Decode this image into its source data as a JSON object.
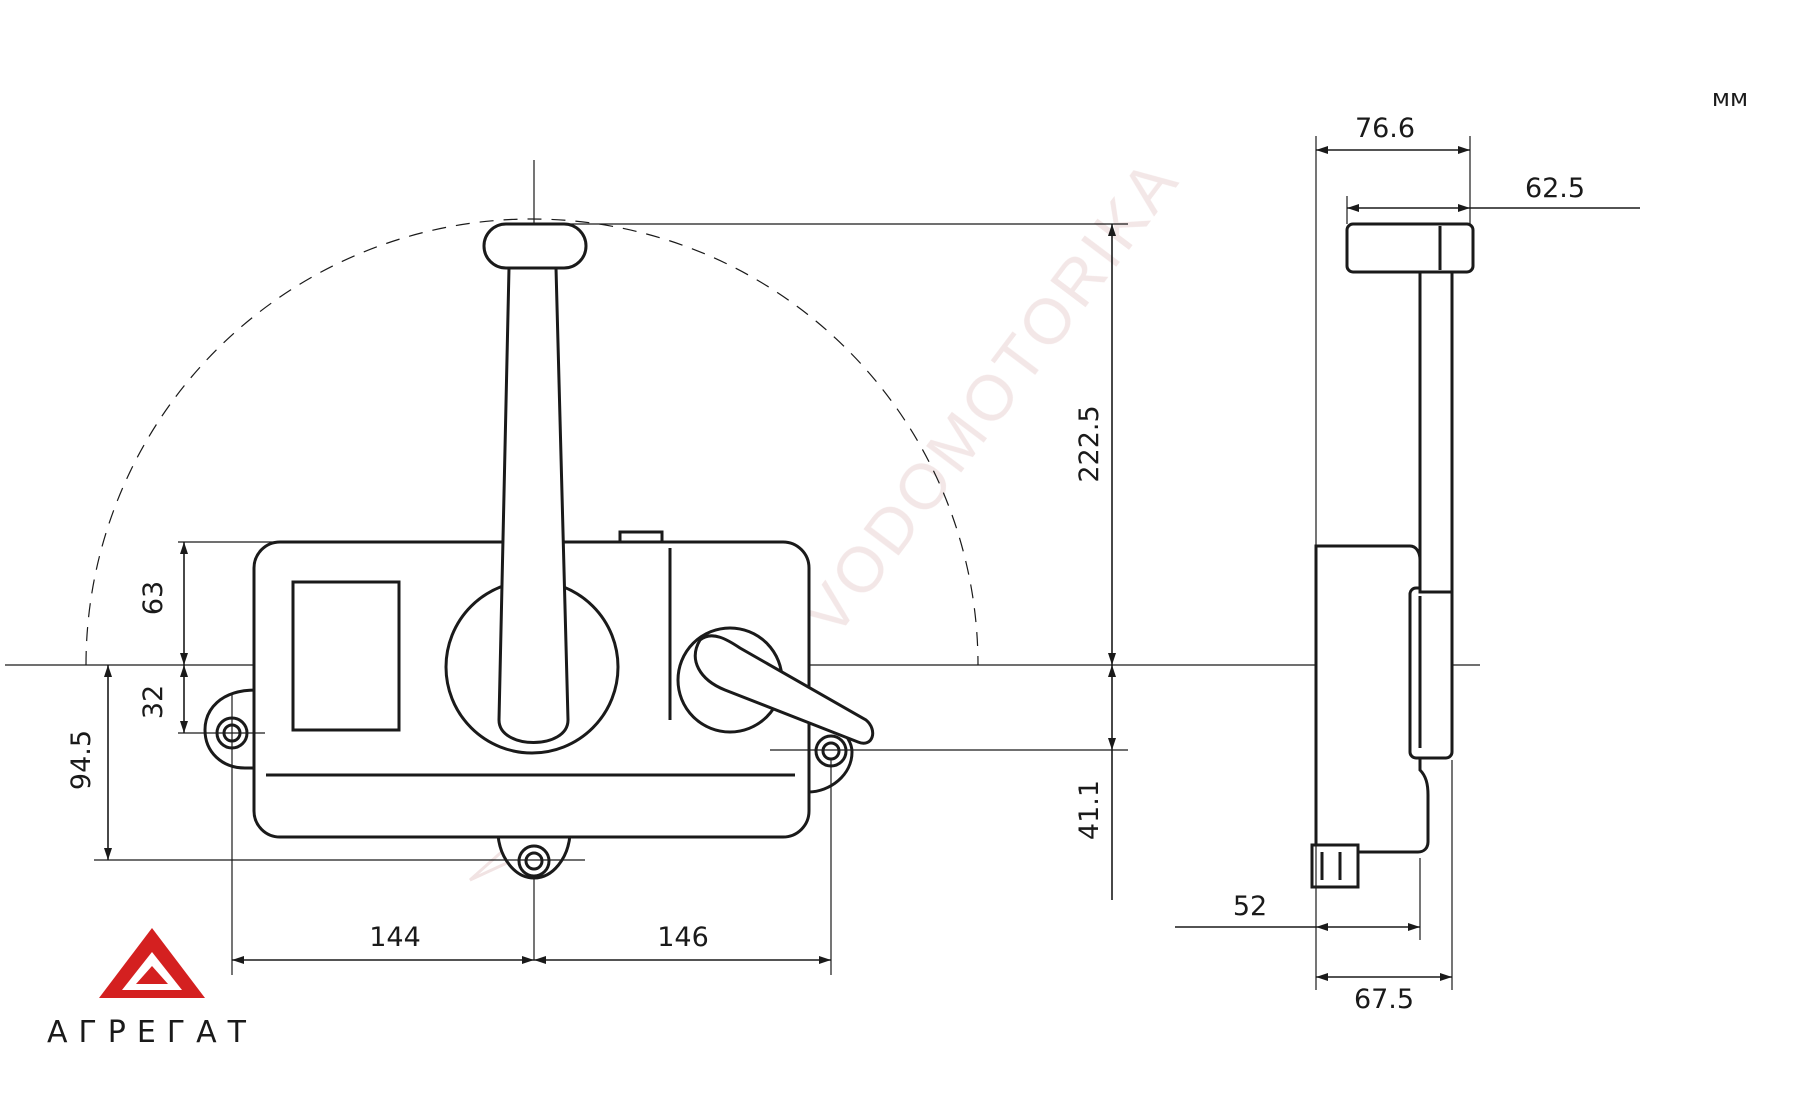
{
  "units": "мм",
  "watermark": "VODOMOTORIKA",
  "logo": {
    "text": "АГРЕГАТ",
    "color": "#d42020"
  },
  "dimensions": {
    "lever_height": "222.5",
    "body_top": "63",
    "hole_offset": "32",
    "bottom_hole": "94.5",
    "right_hole": "41.1",
    "left_span": "144",
    "right_span": "146",
    "side_total": "76.6",
    "side_handle": "62.5",
    "side_base": "52",
    "side_body": "67.5"
  }
}
